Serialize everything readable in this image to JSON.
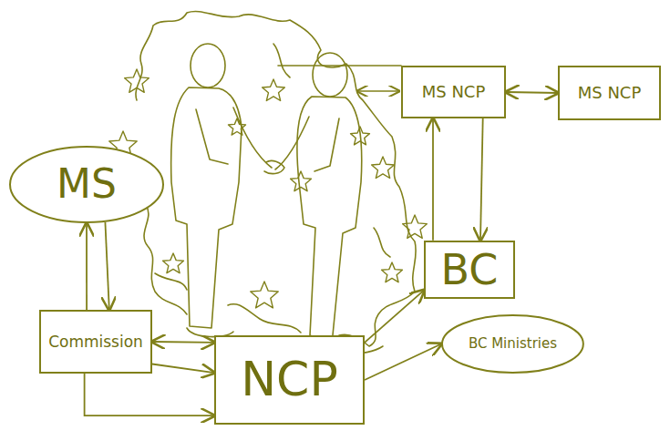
{
  "diagram": {
    "nodes": [
      {
        "text": [
          "MS"
        ]
      },
      {
        "text": [
          "Commission"
        ]
      },
      {
        "text": [
          "NCP"
        ]
      },
      {
        "text": [
          "MS NCP"
        ]
      },
      {
        "text": [
          "MS NCP"
        ]
      },
      {
        "text": [
          "BC"
        ]
      },
      {
        "text": [
          "BC Ministries"
        ]
      }
    ],
    "edges": [
      {
        "from": 0,
        "to": 1,
        "arrow": "to"
      },
      {
        "from": 1,
        "to": 0,
        "arrow": "to"
      },
      {
        "from": 1,
        "to": 2,
        "arrow": "both"
      },
      {
        "from": 1,
        "to": 2,
        "arrow": "to"
      },
      {
        "from": 1,
        "to": 2,
        "arrow": "to"
      },
      {
        "from": 2,
        "to": 5,
        "arrow": "to"
      },
      {
        "from": 2,
        "to": 6,
        "arrow": "to"
      },
      {
        "from": 3,
        "to": 4,
        "arrow": "both"
      },
      {
        "from": 3,
        "to": 5,
        "arrow": "to"
      },
      {
        "from": 5,
        "to": 3,
        "arrow": "to"
      }
    ]
  }
}
